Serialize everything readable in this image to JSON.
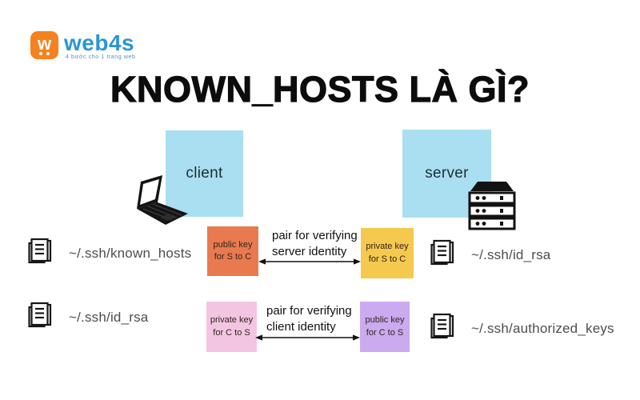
{
  "brand": {
    "name": "web4s",
    "tagline": "4 bước cho 1 trang web",
    "icon_letter": "w",
    "icon_color": "#f5821f",
    "name_color": "#2a95d8"
  },
  "title": "KNOWN_HOSTS LÀ GÌ?",
  "colors": {
    "node_fill": "#a9dff0",
    "public_key_s_to_c": "#e97a4f",
    "private_key_s_to_c": "#f4c94e",
    "private_key_c_to_s": "#f4c5e2",
    "public_key_c_to_s": "#cbaaf0"
  },
  "diagram": {
    "client": {
      "label": "client"
    },
    "server": {
      "label": "server"
    },
    "keys": {
      "pub_s2c": {
        "line1": "public key",
        "line2": "for S to C"
      },
      "priv_s2c": {
        "line1": "private key",
        "line2": "for S to C"
      },
      "priv_c2s": {
        "line1": "private key",
        "line2": "for C to S"
      },
      "pub_c2s": {
        "line1": "public key",
        "line2": "for C to S"
      }
    },
    "pairs": {
      "server": {
        "line1": "pair for verifying",
        "line2": "server identity"
      },
      "client": {
        "line1": "pair for verifying",
        "line2": "client identity"
      }
    },
    "files": {
      "client_known_hosts": "~/.ssh/known_hosts",
      "client_id_rsa": "~/.ssh/id_rsa",
      "server_id_rsa": "~/.ssh/id_rsa",
      "server_authorized_keys": "~/.ssh/authorized_keys"
    }
  }
}
